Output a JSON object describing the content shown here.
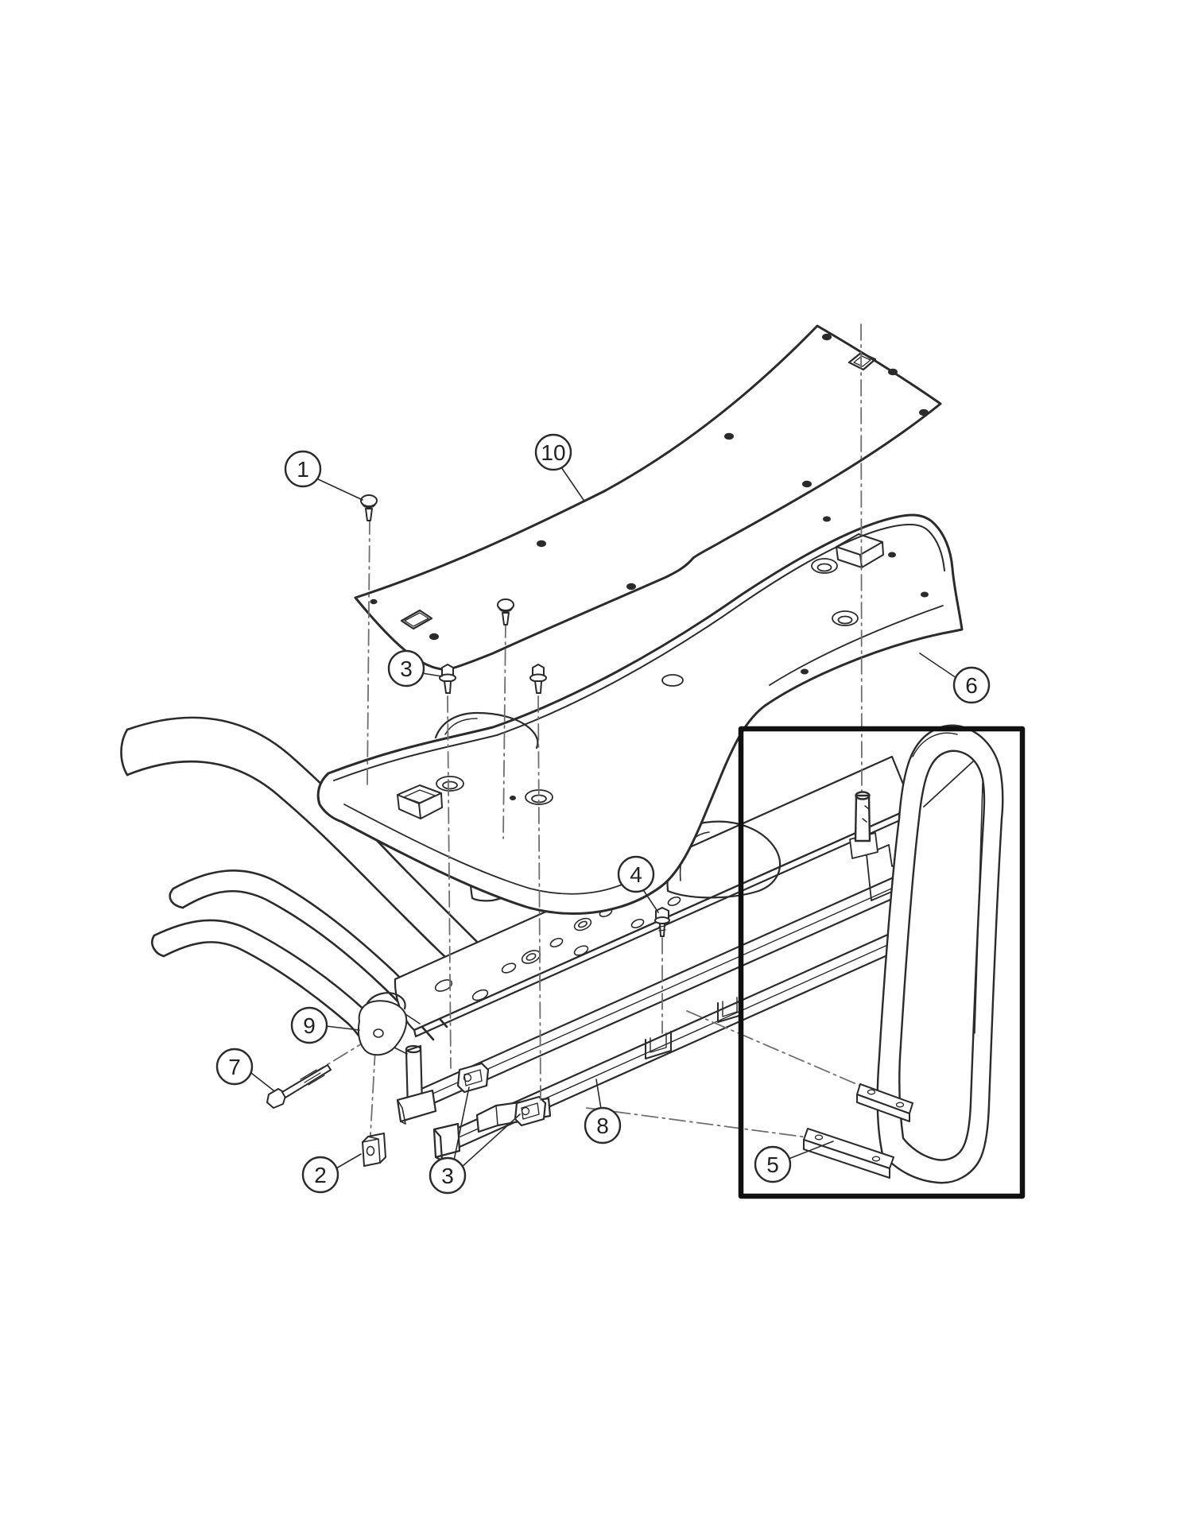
{
  "figure": {
    "type": "exploded-parts-diagram",
    "background_color": "#ffffff",
    "line_color": "#2b2b2b",
    "centerline_color": "#6f6f6f",
    "inset_border_color": "#111111",
    "hole_fill_color": "#2b2b2b"
  },
  "callouts": [
    {
      "label": "1"
    },
    {
      "label": "10"
    },
    {
      "label": "3"
    },
    {
      "label": "6"
    },
    {
      "label": "4"
    },
    {
      "label": "9"
    },
    {
      "label": "7"
    },
    {
      "label": "2"
    },
    {
      "label": "3"
    },
    {
      "label": "8"
    },
    {
      "label": "5"
    }
  ]
}
